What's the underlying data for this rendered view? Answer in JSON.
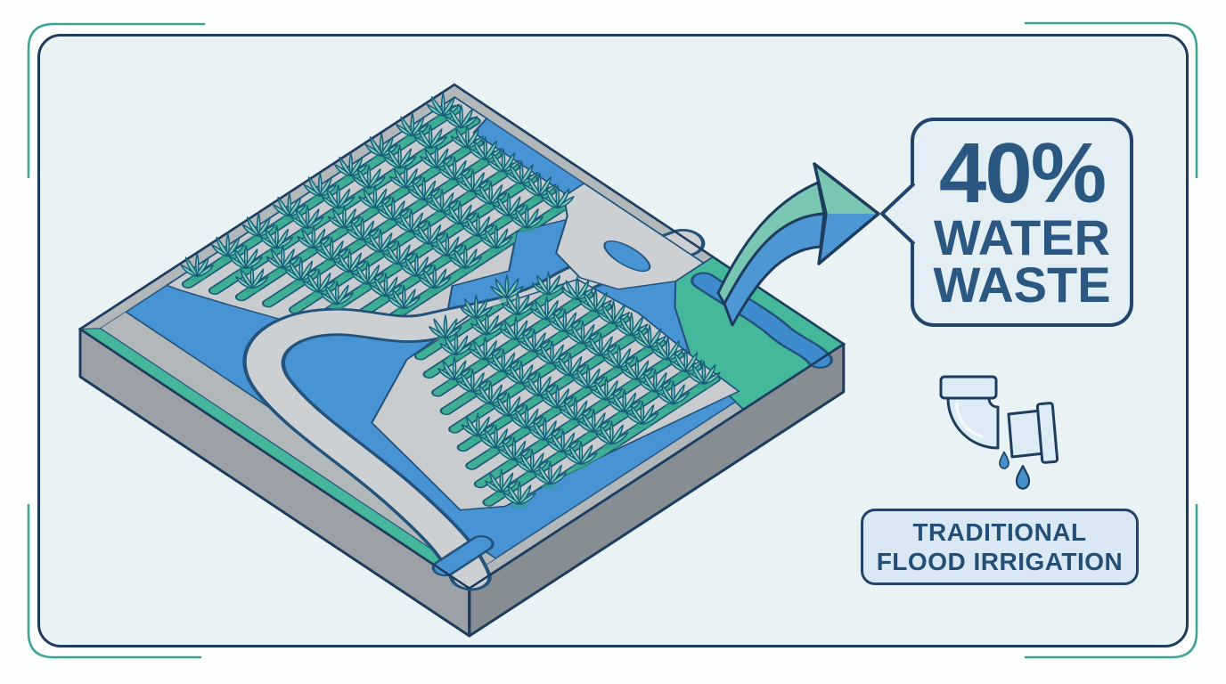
{
  "bubble": {
    "percent": "40%",
    "line1": "WATER",
    "line2": "WASTE"
  },
  "badge": {
    "line1": "TRADITIONAL",
    "line2": "FLOOD IRRIGATION"
  },
  "colors": {
    "accent_teal": "#3ba394",
    "outline_navy": "#1e3c5e",
    "water_blue": "#4793d3",
    "crop_teal": "#45b79b",
    "levee_gray": "#b2b7ba",
    "panel_bg": "#e9f3f6",
    "bubble_bg": "#e4eef5",
    "text_navy": "#2b5881"
  },
  "illustration": {
    "subject": "isometric farm field flooded by traditional irrigation",
    "elements": [
      "crop rows",
      "flood water",
      "levee paths",
      "outflow channel",
      "curved waste-water arrow",
      "broken pipe with water drops"
    ]
  }
}
